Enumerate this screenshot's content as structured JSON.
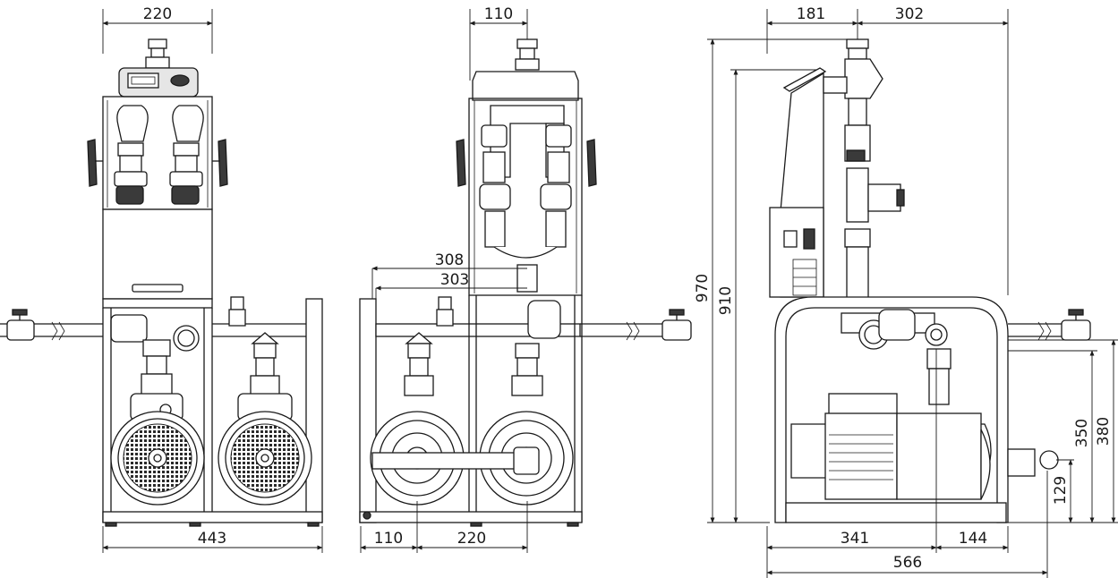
{
  "dimensions": {
    "front": {
      "top_width": "220",
      "bottom_width": "443"
    },
    "middle": {
      "top_width": "110",
      "reach_outer": "308",
      "reach_inner": "303",
      "bottom_left": "110",
      "bottom_right": "220"
    },
    "side": {
      "top_left": "181",
      "top_right": "302",
      "height_total": "970",
      "height_frame": "910",
      "height_outlet": "380",
      "height_inlet": "350",
      "height_suction": "129",
      "bottom_left": "341",
      "bottom_right": "144",
      "bottom_total": "566"
    }
  },
  "colors": {
    "line": "#1a1a1a",
    "background": "#ffffff",
    "panel": "#e6e6e6"
  }
}
